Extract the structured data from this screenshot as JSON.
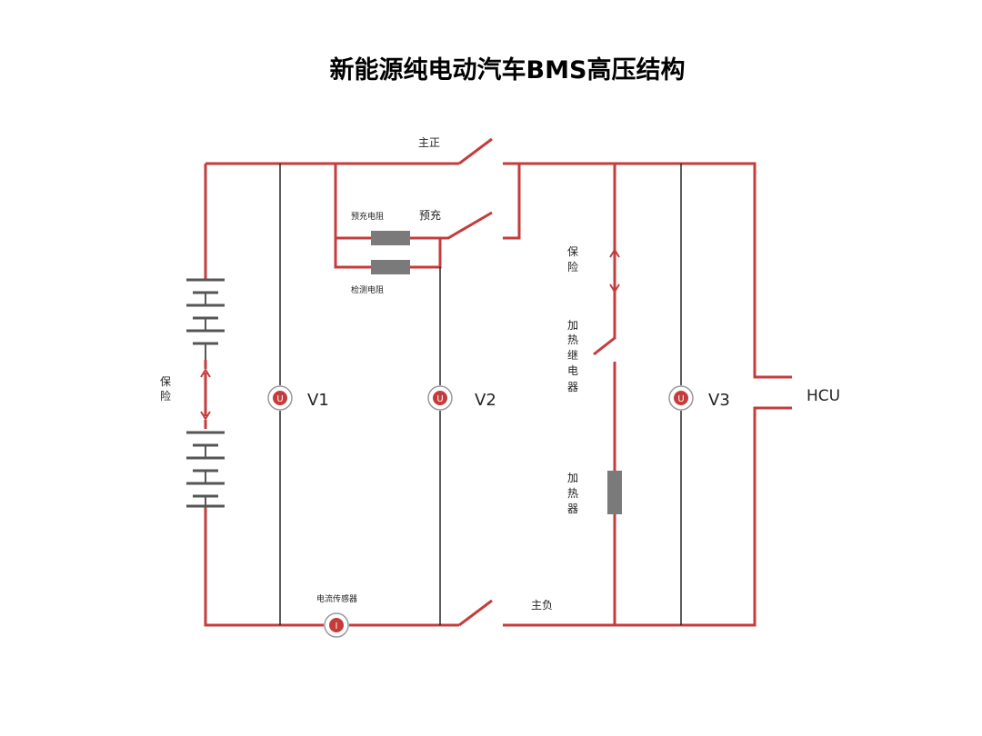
{
  "title": "新能源纯电动汽车BMS高压结构",
  "labels": {
    "main_positive": "主正",
    "main_negative": "主负",
    "precharge": "预充",
    "precharge_resistor": "预充电阻",
    "detect_resistor": "检测电阻",
    "fuse_left_1": "保",
    "fuse_left_2": "险",
    "fuse_right_1": "保",
    "fuse_right_2": "险",
    "heat_relay_1": "加",
    "heat_relay_2": "热",
    "heat_relay_3": "继",
    "heat_relay_4": "电",
    "heat_relay_5": "器",
    "heater_1": "加",
    "heater_2": "热",
    "heater_3": "器",
    "current_sensor": "电流传感器",
    "v1": "V1",
    "v2": "V2",
    "v3": "V3",
    "hcu": "HCU",
    "voltmeter_symbol": "U",
    "ammeter_symbol": "I"
  },
  "colors": {
    "wire": "#c43c3c",
    "resistor": "#7a7a7a",
    "thin_wire": "#1a1a1a"
  }
}
